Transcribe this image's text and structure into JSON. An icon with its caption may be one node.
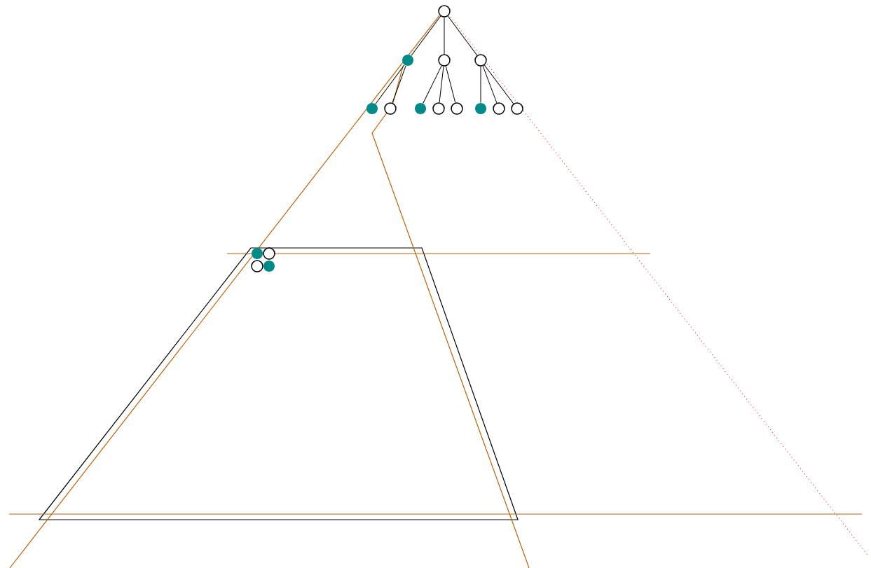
{
  "diagram": {
    "nodes": [
      {
        "text": [],
        "shape": "circle"
      },
      {
        "text": [],
        "shape": "dot"
      },
      {
        "text": [],
        "shape": "circle"
      },
      {
        "text": [],
        "shape": "circle"
      },
      {
        "text": [],
        "shape": "dot"
      },
      {
        "text": [],
        "shape": "circle"
      },
      {
        "text": [],
        "shape": "dot"
      },
      {
        "text": [],
        "shape": "circle"
      },
      {
        "text": [],
        "shape": "circle"
      },
      {
        "text": [],
        "shape": "dot"
      },
      {
        "text": [],
        "shape": "circle"
      },
      {
        "text": [],
        "shape": "circle"
      },
      {
        "text": [],
        "shape": "dot"
      },
      {
        "text": [],
        "shape": "circle"
      },
      {
        "text": [],
        "shape": "circle"
      },
      {
        "text": [],
        "shape": "dot"
      }
    ],
    "edges": [
      {
        "from": 0,
        "to": 1,
        "arrow": "none"
      },
      {
        "from": 0,
        "to": 2,
        "arrow": "none"
      },
      {
        "from": 0,
        "to": 3,
        "arrow": "none"
      },
      {
        "from": 1,
        "to": 4,
        "arrow": "none"
      },
      {
        "from": 1,
        "to": 5,
        "arrow": "none"
      },
      {
        "from": 2,
        "to": 6,
        "arrow": "none"
      },
      {
        "from": 2,
        "to": 7,
        "arrow": "none"
      },
      {
        "from": 2,
        "to": 8,
        "arrow": "none"
      },
      {
        "from": 3,
        "to": 9,
        "arrow": "none"
      },
      {
        "from": 3,
        "to": 10,
        "arrow": "none"
      },
      {
        "from": 3,
        "to": 11,
        "arrow": "none"
      }
    ]
  }
}
